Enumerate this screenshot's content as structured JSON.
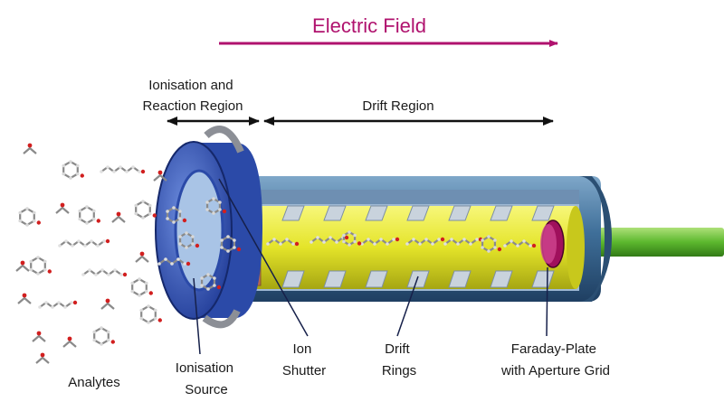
{
  "title": "Electric Field",
  "regions": {
    "ionisation": [
      "Ionisation and",
      "Reaction Region"
    ],
    "drift": "Drift Region"
  },
  "labels": {
    "analytes": "Analytes",
    "ionisation_source": [
      "Ionisation",
      "Source"
    ],
    "ion_shutter": [
      "Ion",
      "Shutter"
    ],
    "drift_rings": [
      "Drift",
      "Rings"
    ],
    "faraday": [
      "Faraday-Plate",
      "with Aperture Grid"
    ]
  },
  "colors": {
    "field_arrow": "#b0126e",
    "tube": "#3f6f99",
    "tube_dark": "#2b4f73",
    "cap": "#3358b8",
    "inner": "#ecec3a",
    "plate": "#a0105c",
    "rod": "#5cb82e"
  }
}
